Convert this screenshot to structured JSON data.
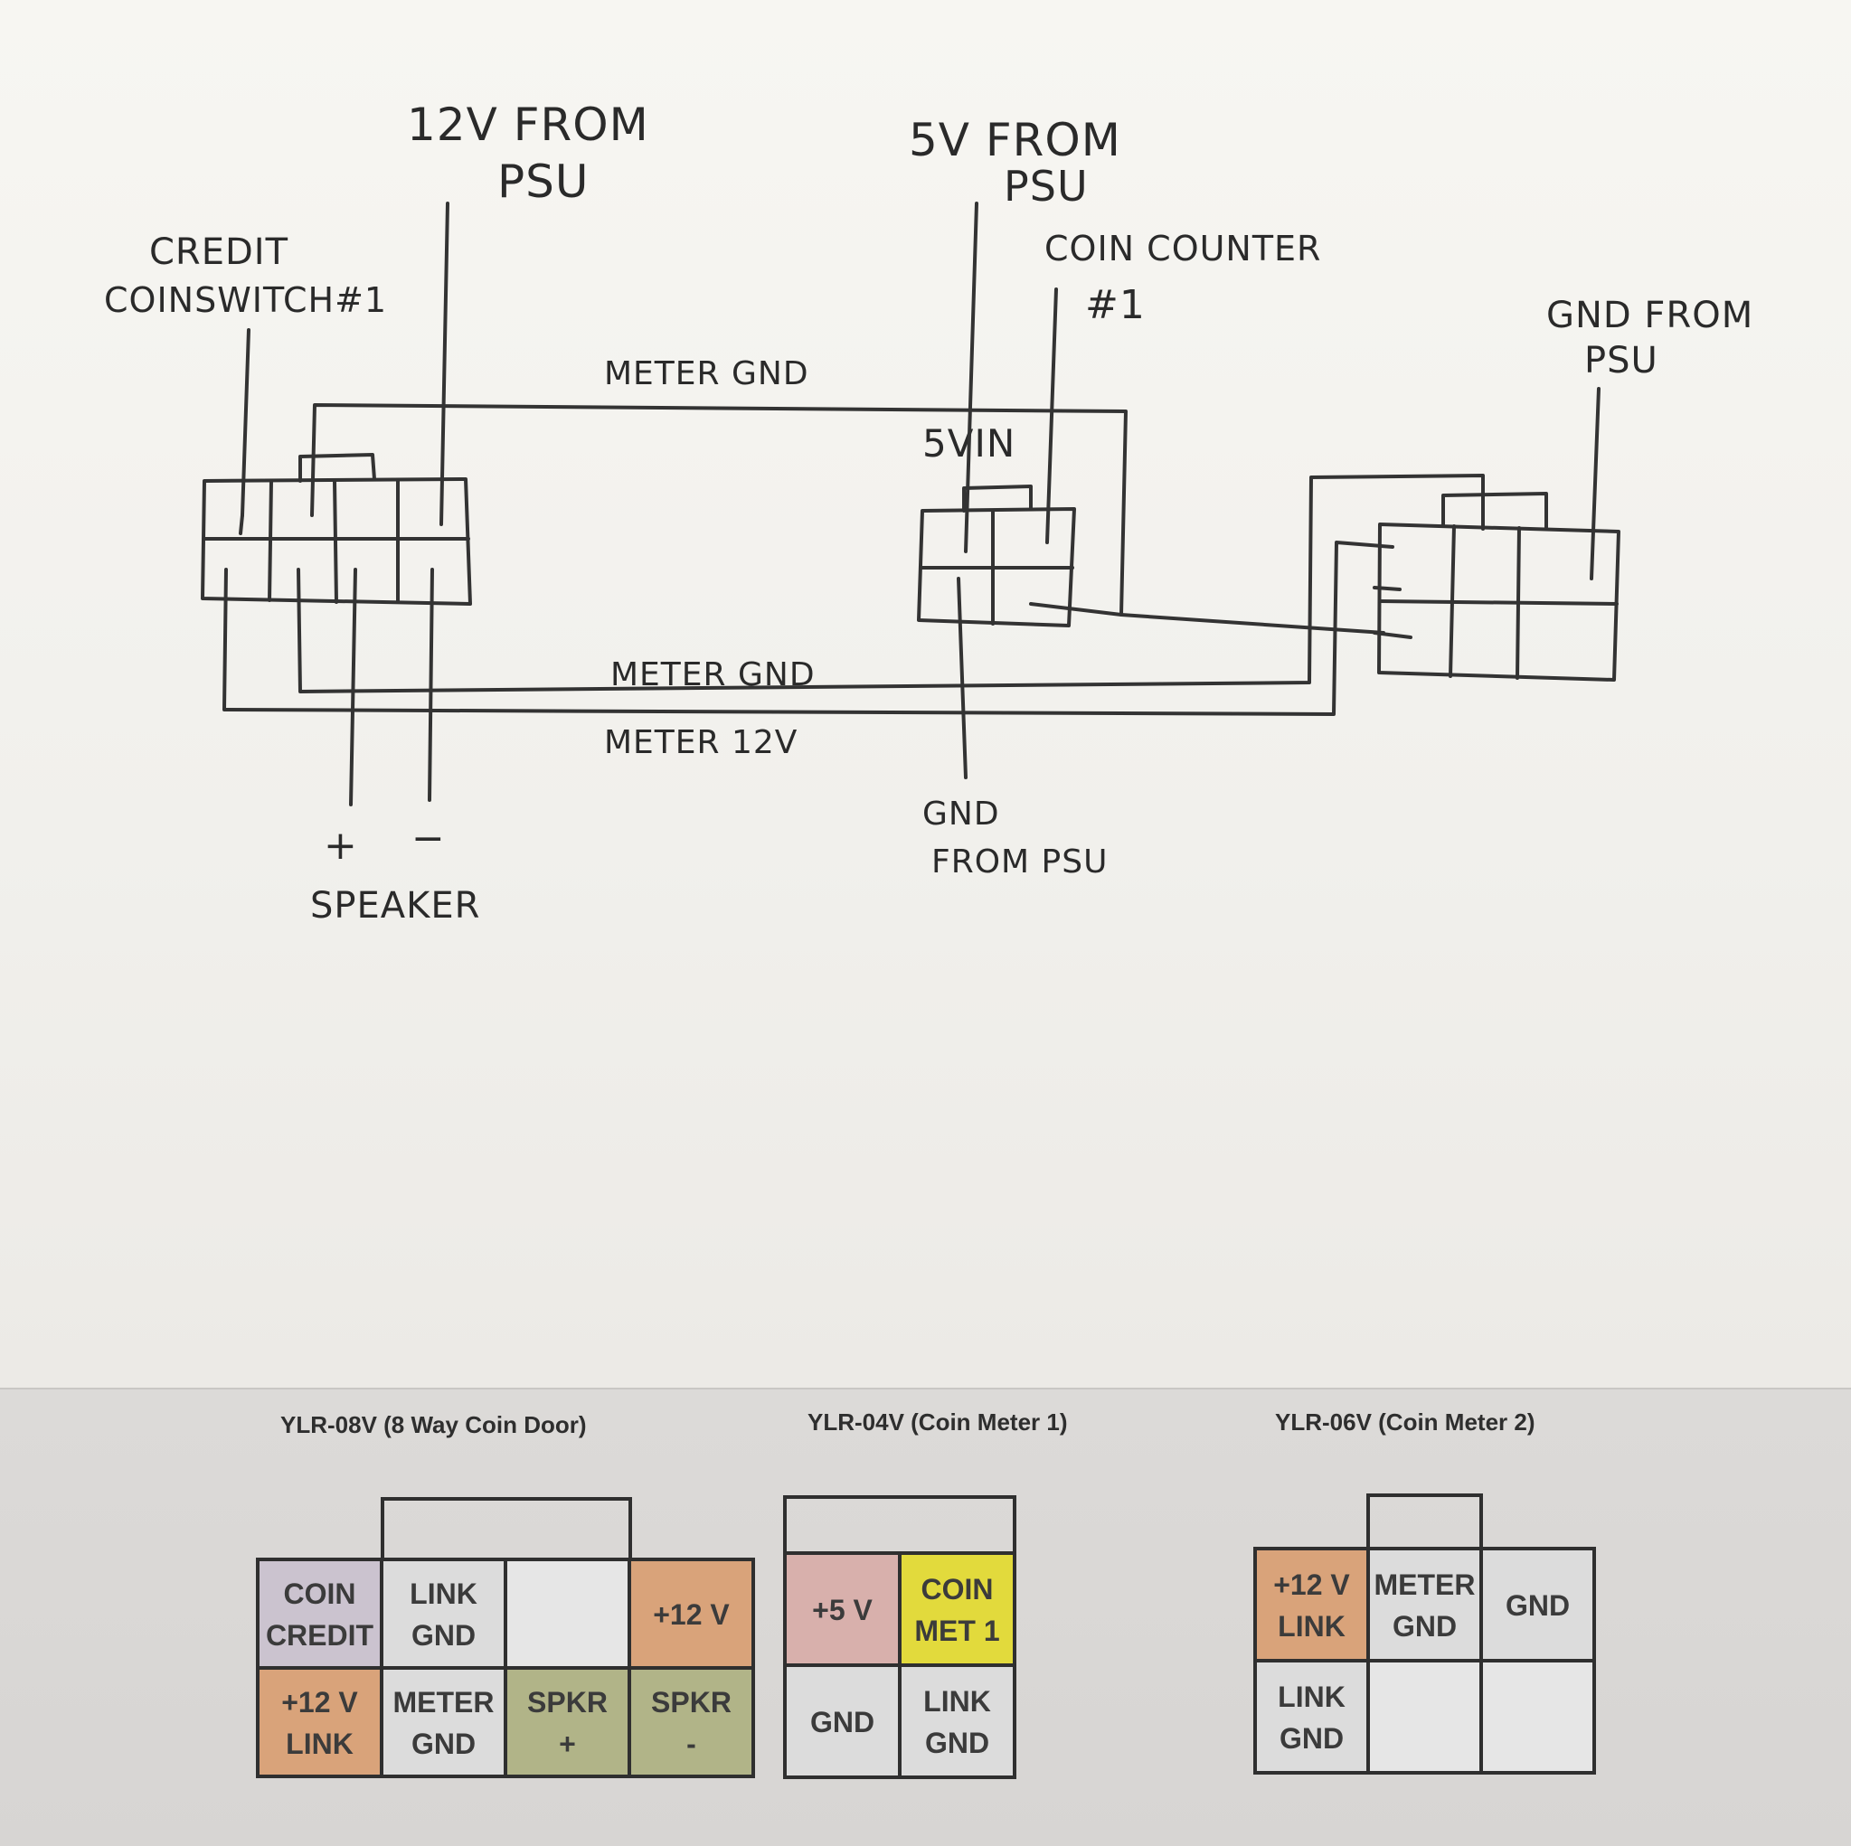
{
  "sketch": {
    "labels": {
      "v12_from_psu_1": "12V FROM",
      "v12_from_psu_2": "PSU",
      "v5_from_psu_1": "5V FROM",
      "v5_from_psu_2": "PSU",
      "credit_1": "CREDIT",
      "credit_2": "COINSWITCH#1",
      "coin_counter_1": "COIN COUNTER",
      "coin_counter_2": "#1",
      "gnd_from_psu_right_1": "GND FROM",
      "gnd_from_psu_right_2": "PSU",
      "meter_gnd_top": "METER GND",
      "five_v_in": "5VIN",
      "meter_gnd_bottom": "METER GND",
      "meter_12v": "METER 12V",
      "gnd_from_psu_mid_1": "GND",
      "gnd_from_psu_mid_2": "FROM PSU",
      "plus": "+",
      "minus": "−",
      "speaker": "SPEAKER"
    }
  },
  "printed": {
    "connectors": [
      {
        "title": "YLR-08V (8 Way Coin Door)",
        "cells": [
          {
            "lines": [
              "COIN",
              "CREDIT"
            ],
            "color": "#cbc3cf"
          },
          {
            "lines": [
              "LINK",
              "GND"
            ],
            "color": "#dcdcdc"
          },
          {
            "lines": [],
            "color": "#e6e6e6"
          },
          {
            "lines": [
              "+12 V"
            ],
            "color": "#d9a37a"
          },
          {
            "lines": [
              "+12 V",
              "LINK"
            ],
            "color": "#d9a37a"
          },
          {
            "lines": [
              "METER",
              "GND"
            ],
            "color": "#dcdcdc"
          },
          {
            "lines": [
              "SPKR",
              "+"
            ],
            "color": "#b1b488"
          },
          {
            "lines": [
              "SPKR",
              "-"
            ],
            "color": "#b1b488"
          }
        ]
      },
      {
        "title": "YLR-04V (Coin Meter 1)",
        "cells": [
          {
            "lines": [
              "+5 V"
            ],
            "color": "#d8b0ac"
          },
          {
            "lines": [
              "COIN",
              "MET 1"
            ],
            "color": "#e2da3c"
          },
          {
            "lines": [
              "GND"
            ],
            "color": "#dcdcdc"
          },
          {
            "lines": [
              "LINK",
              "GND"
            ],
            "color": "#dcdcdc"
          }
        ]
      },
      {
        "title": "YLR-06V (Coin Meter 2)",
        "cells": [
          {
            "lines": [
              "+12 V",
              "LINK"
            ],
            "color": "#d9a37a"
          },
          {
            "lines": [
              "METER",
              "GND"
            ],
            "color": "#dcdcdc"
          },
          {
            "lines": [
              "GND"
            ],
            "color": "#dcdcdc"
          },
          {
            "lines": [
              "LINK",
              "GND"
            ],
            "color": "#dcdcdc"
          },
          {
            "lines": [],
            "color": "#e6e6e6"
          },
          {
            "lines": [],
            "color": "#e6e6e6"
          }
        ]
      }
    ]
  }
}
